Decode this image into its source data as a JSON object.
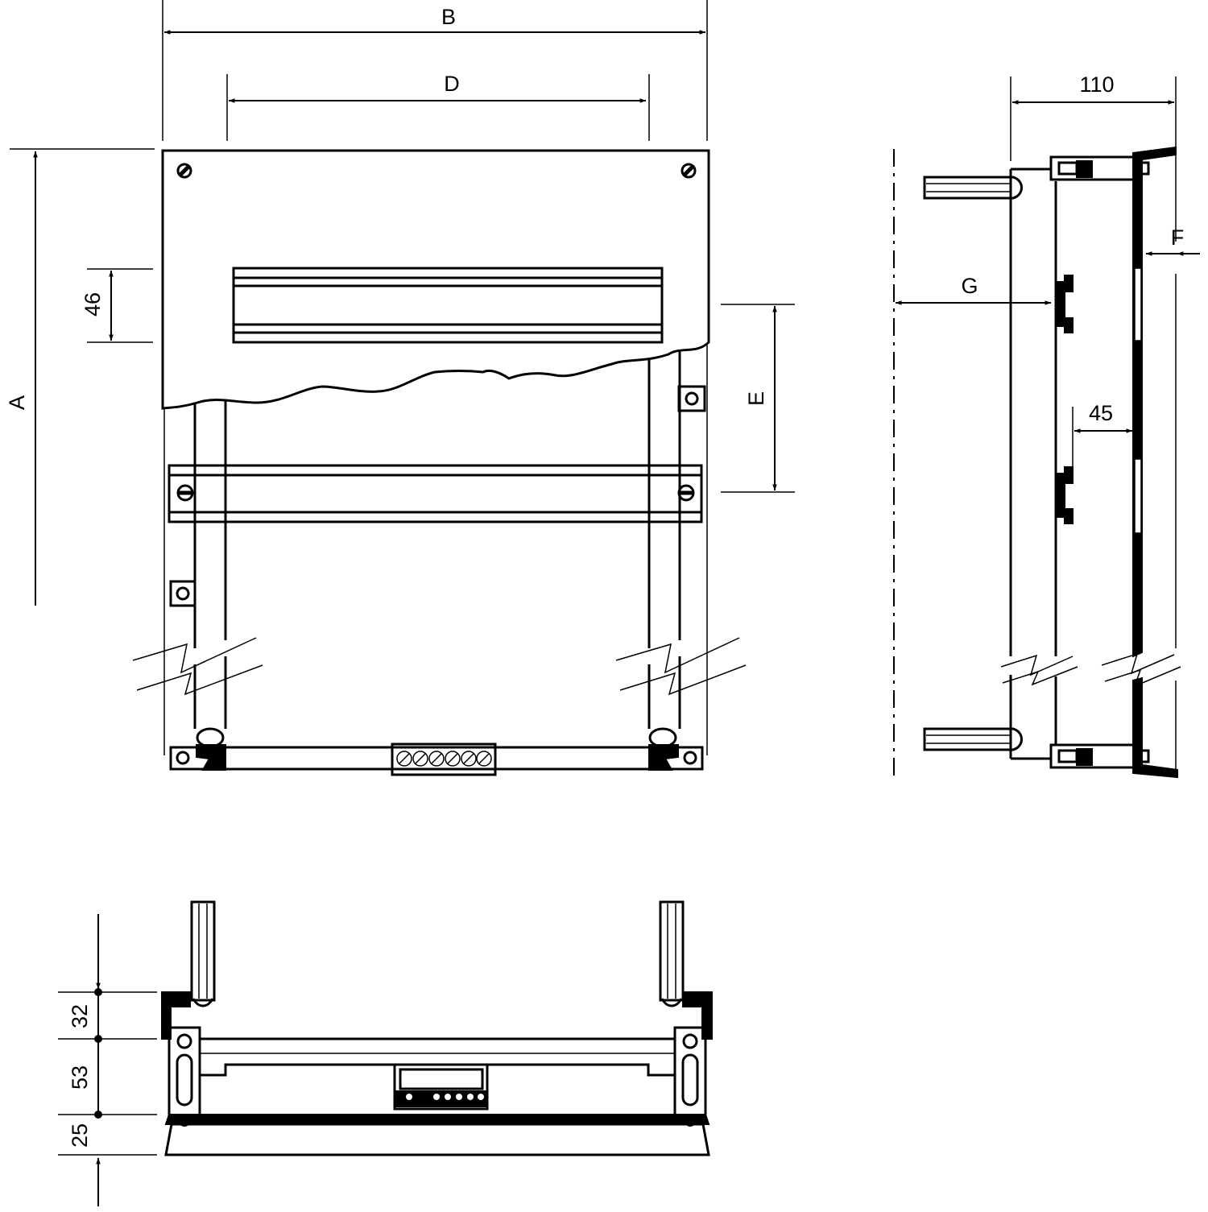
{
  "drawing": {
    "colors": {
      "line": "#000000",
      "background": "#ffffff"
    },
    "front_view": {
      "dimension_labels": {
        "overall_width": "B",
        "rail_span": "D",
        "overall_height": "A",
        "cover_slot_height": "46",
        "rail_pitch": "E"
      }
    },
    "side_view": {
      "dimension_labels": {
        "depth": "110",
        "cover_offset": "F",
        "rail_depth": "G",
        "rail_to_cover": "45"
      }
    },
    "bottom_view": {
      "dimension_labels": {
        "top_segment": "32",
        "middle_segment": "53",
        "bottom_segment": "25"
      }
    }
  }
}
